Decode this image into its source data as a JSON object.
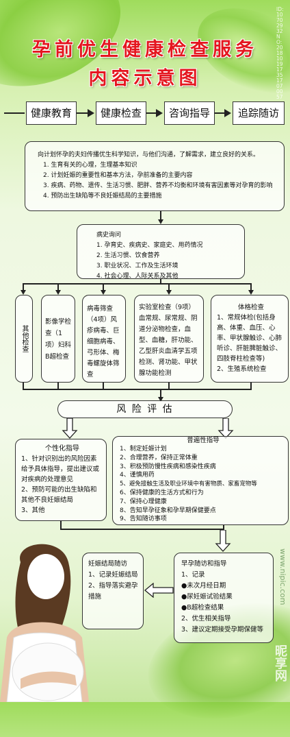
{
  "title": {
    "line1": "孕前优生健康检查服务",
    "line2": "内容示意图"
  },
  "flow": [
    "健康教育",
    "健康检查",
    "咨询指导",
    "追踪随访"
  ],
  "education": {
    "intro": "向计划怀孕的夫妇传播优生科学知识，与他们沟通，了解需求，建立良好的关系。",
    "items": [
      "1. 生育有关的心理，生理基本知识",
      "2. 计划妊娠的重要性和基本方法，孕前准备的主要内容",
      "3. 疾病、药物、遗传、生活习惯、肥胖、营养不均衡和环境有害因素等对孕育的影响",
      "4. 预防出生缺陷等不良妊娠结局的主要措施"
    ]
  },
  "history": {
    "title": "病史询问",
    "items": [
      "1. 孕育史、疾病史、家庭史、用药情况",
      "2. 生活习惯、饮食营养",
      "3. 职业状况、工作及生活环境",
      "4. 社会心理、人际关系及其他"
    ]
  },
  "exams": {
    "other": "其他检查",
    "imaging": "影像学检查（1项）妇科B超检查",
    "virus": "病毒筛查（4项）风疹病毒、巨细胞病毒、弓形体、梅毒螺旋体筛查",
    "lab": {
      "title": "实验室检查（9项）",
      "body": "血常规、尿常规、阴道分泌物检查，血型、血糖，肝功能、乙型肝炎血清学五项检测、肾功能、甲状腺功能检测"
    },
    "physical": {
      "title": "体格检查",
      "items": [
        "1、常规体检(包括身高、体重、血压、心率、甲状腺触诊、心肺听诊、肝脏脾脏触诊、四肢脊柱检查等)",
        "2、生殖系统检查"
      ]
    }
  },
  "risk": "风 险 评 估",
  "personal": {
    "title": "个性化指导",
    "items": [
      "1、针对识别出的风险因素给予具体指导，提出建议或对疾病的处理意见",
      "2、预防可能的出生缺陷和其他不良妊娠结局",
      "3、其他"
    ]
  },
  "general": {
    "title": "普遍性指导",
    "items": [
      "1、制定妊娠计划",
      "2、合理营养，保持正常体重",
      "3、积极预防慢性疾病和感染性疾病",
      "4、谨慎用药",
      "5、避免接触生活及职业环境中有害物质、家畜宠物等",
      "6、保持健康的生活方式和行为",
      "7、保持心理健康",
      "8、告知早孕征象和孕早期保健要点",
      "9、告知随访事项"
    ]
  },
  "outcome": {
    "title": "妊娠结局随访",
    "items": [
      "1、记录妊娠结局",
      "2、指导落实避孕措施"
    ]
  },
  "early": {
    "title": "早孕随访和指导",
    "items": [
      "1、记录",
      "●未次月经日期",
      "●尿妊娠试验结果",
      "●B超检查结果",
      "2、优生相关指导",
      "3、建议定期接受孕期保健等"
    ]
  },
  "watermark": {
    "side": "ID:10702932 NO:20181019173517070057",
    "site": "www.nipic.com",
    "brand": "昵享网"
  }
}
